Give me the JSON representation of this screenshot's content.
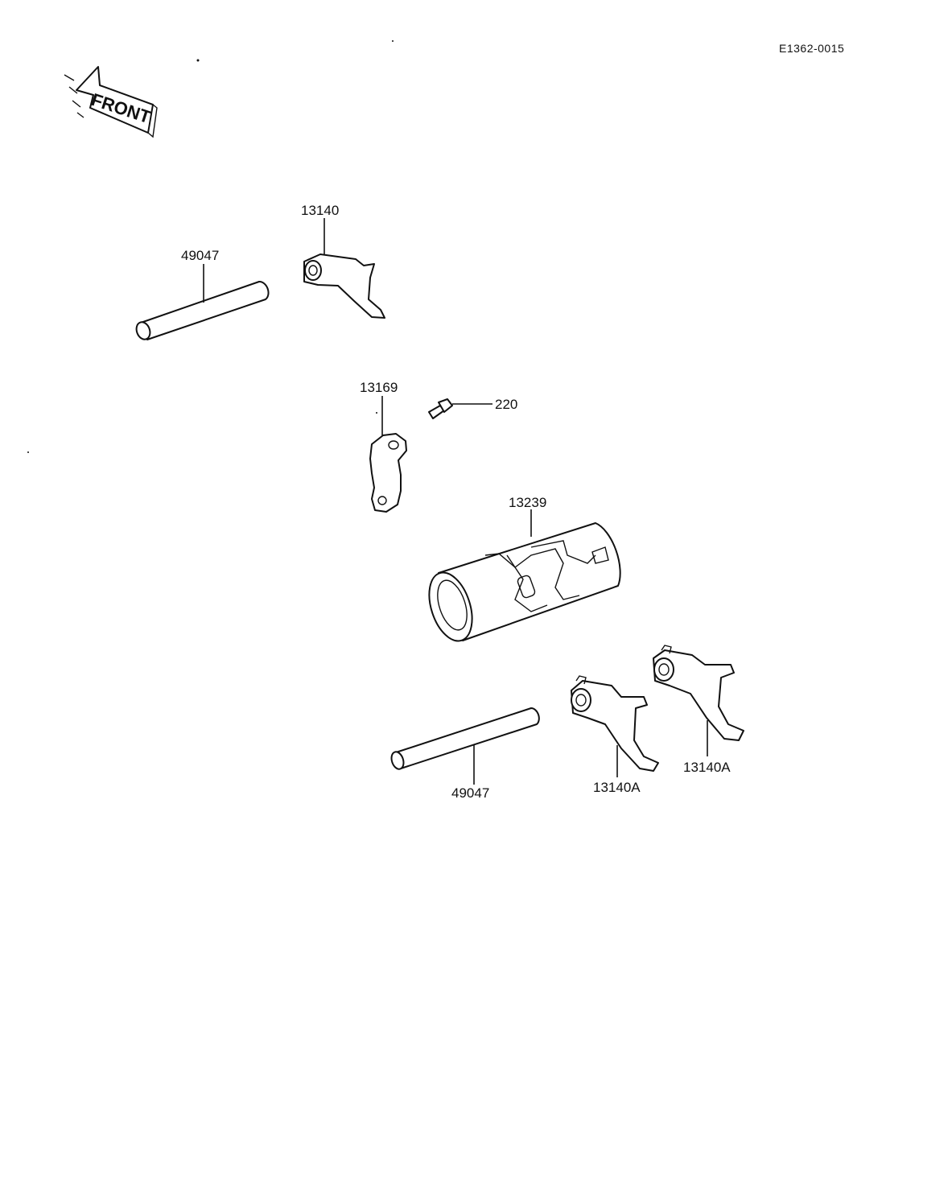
{
  "diagram_code": "E1362-0015",
  "front_label": "FRONT",
  "parts": {
    "shaft_upper": "49047",
    "fork_upper": "13140",
    "stopper": "13169",
    "bolt": "220",
    "drum": "13239",
    "shaft_lower": "49047",
    "fork_lower_left": "13140A",
    "fork_lower_right": "13140A"
  }
}
